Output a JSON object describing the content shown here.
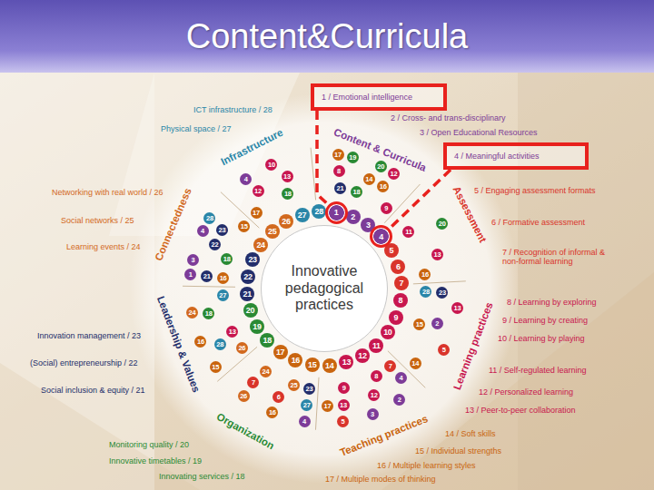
{
  "diagram": {
    "title": "Content&Curricula",
    "nodes": [
      {
        "text": [
          "Innovative pedagogical practices"
        ]
      },
      {
        "text": [
          "1 / Emotional intelligence"
        ]
      },
      {
        "text": [
          "4 / Meaningful activities"
        ]
      },
      {
        "text": [
          "1"
        ]
      },
      {
        "text": [
          "4"
        ]
      }
    ],
    "edges": [
      {
        "from": 1,
        "to": 3,
        "arrow": "none"
      },
      {
        "from": 2,
        "to": 4,
        "arrow": "none"
      }
    ],
    "labels": [
      "Content & Curricula",
      "Assessment",
      "Learning practices",
      "Teaching practices",
      "Organization",
      "Leadership & Values",
      "Connectedness",
      "Infrastructure",
      "ICT infrastructure / 28",
      "Physical space / 27",
      "Networking with real world / 26",
      "Social networks / 25",
      "Learning events / 24",
      "Innovation management / 23",
      "(Social) entrepreneurship / 22",
      "Social inclusion & equity / 21",
      "Monitoring quality / 20",
      "Innovative timetables / 19",
      "Innovating services / 18",
      "2 / Cross- and trans-disciplinary",
      "3 / Open Educational Resources",
      "5 / Engaging assessment formats",
      "6 / Formative assessment",
      "7 / Recognition of informal & non-formal learning",
      "8 / Learning by exploring",
      "9 / Learning by creating",
      "10 / Learning by playing",
      "11 / Self-regulated learning",
      "12 / Personalized learning",
      "13 / Peer-to-peer collaboration",
      "14 / Soft skills",
      "15 / Individual strengths",
      "16 / Multiple learning styles",
      "17 / Multiple modes of thinking",
      "2",
      "3",
      "5",
      "6",
      "7",
      "8",
      "9",
      "10",
      "11",
      "12",
      "13",
      "14",
      "15",
      "16",
      "17",
      "18",
      "19",
      "20",
      "21",
      "22",
      "23",
      "24",
      "25",
      "26",
      "27",
      "28",
      "21",
      "18",
      "9",
      "8",
      "14",
      "16",
      "17",
      "19",
      "20",
      "12",
      "11",
      "16",
      "13",
      "20",
      "28",
      "15",
      "23",
      "2",
      "14",
      "13",
      "5",
      "7",
      "8",
      "9",
      "4",
      "12",
      "13",
      "17",
      "2",
      "3",
      "5",
      "23",
      "25",
      "24",
      "27",
      "6",
      "7",
      "4",
      "16",
      "26",
      "26",
      "13",
      "27",
      "28",
      "18",
      "15",
      "16",
      "24",
      "16",
      "18",
      "15",
      "21",
      "22",
      "23",
      "1",
      "3",
      "4",
      "28",
      "17",
      "18",
      "12",
      "13",
      "4",
      "10"
    ]
  }
}
